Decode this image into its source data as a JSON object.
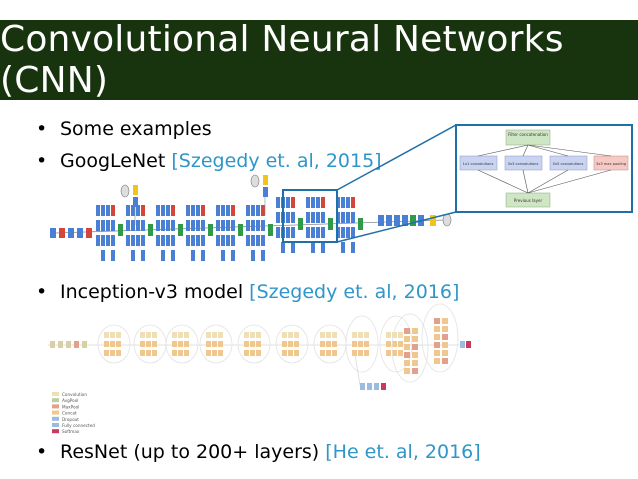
{
  "slide": {
    "title": "Convolutional Neural Networks (CNN)"
  },
  "bullets": [
    {
      "text": "Some examples",
      "cite": ""
    },
    {
      "text": "GoogLeNet",
      "cite": "[Szegedy et. al, 2015]"
    },
    {
      "text": "Inception-v3 model",
      "cite": "[Szegedy et. al, 2016]"
    },
    {
      "text": "ResNet (up to 200+ layers)",
      "cite": "[He et. al, 2016]"
    }
  ],
  "inception_module": {
    "top": "Filter concatenation",
    "branches": [
      "1x1 convolutions",
      "3x3 convolutions",
      "5x5 convolutions",
      "3x3 max pooling"
    ],
    "bottom": "Previous layer"
  },
  "legend": [
    "Convolution",
    "AvgPool",
    "MaxPool",
    "Concat",
    "Dropout",
    "Fully connected",
    "Softmax"
  ],
  "colors": {
    "title_bg": "#18340f",
    "citation": "#2f96c9",
    "conv_blue": "#4a7fd6",
    "concat_green": "#2f9a48",
    "pool_red": "#d2463c",
    "softmax_yellow": "#f0c419",
    "zoom_box": "#1f6fa8"
  }
}
